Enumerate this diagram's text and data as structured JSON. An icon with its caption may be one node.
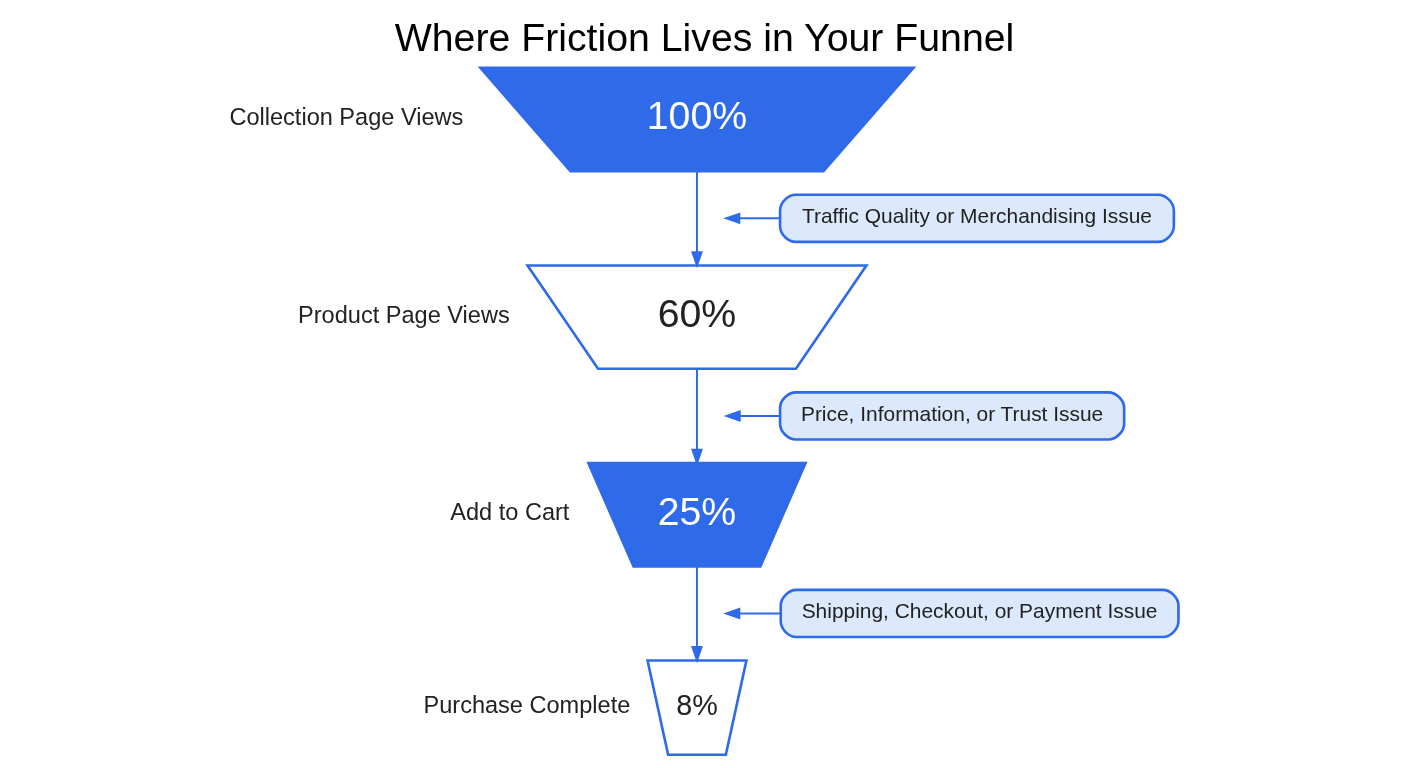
{
  "diagram": {
    "title": "Where Friction Lives in Your Funnel",
    "nodes": [
      {
        "text": [
          "100%"
        ],
        "beside": [
          "Collection Page Views"
        ]
      },
      {
        "text": [
          "60%"
        ],
        "beside": [
          "Product Page Views"
        ]
      },
      {
        "text": [
          "25%"
        ],
        "beside": [
          "Add to Cart"
        ]
      },
      {
        "text": [
          "8%"
        ],
        "beside": [
          "Purchase Complete"
        ]
      },
      {
        "text": [
          "Traffic Quality or Merchandising Issue"
        ]
      },
      {
        "text": [
          "Price, Information, or Trust Issue"
        ]
      },
      {
        "text": [
          "Shipping, Checkout, or Payment Issue"
        ]
      }
    ],
    "edges": [
      {
        "from": 0,
        "to": 1,
        "arrow": "to"
      },
      {
        "from": 1,
        "to": 2,
        "arrow": "to"
      },
      {
        "from": 2,
        "to": 3,
        "arrow": "to"
      },
      {
        "from": 4,
        "to": null,
        "arrow": "to"
      },
      {
        "from": 5,
        "to": null,
        "arrow": "to"
      },
      {
        "from": 6,
        "to": null,
        "arrow": "to"
      }
    ]
  }
}
